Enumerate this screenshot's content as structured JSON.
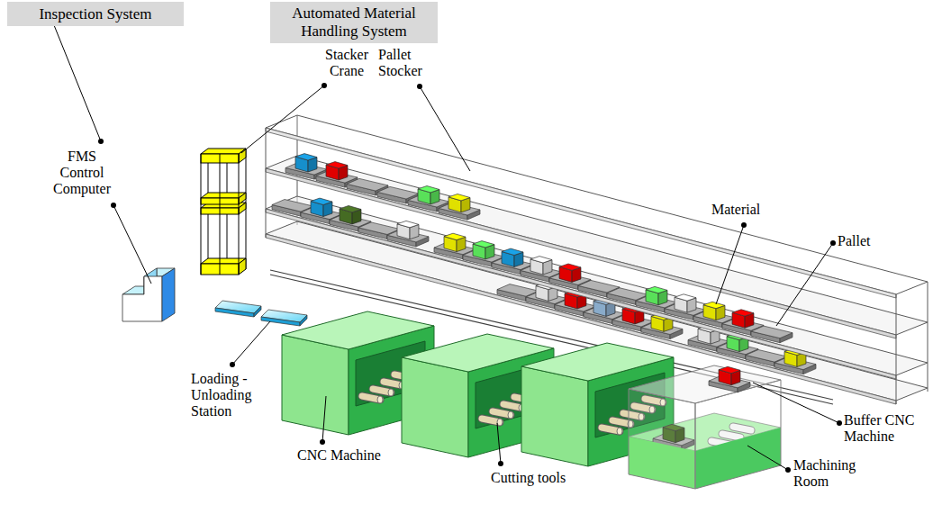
{
  "diagram": {
    "nodes": [
      {
        "text": [
          "Inspection System"
        ]
      },
      {
        "text": [
          "Automated Material Handling System"
        ]
      }
    ],
    "labels": [
      "Stacker Crane",
      "Pallet Stocker",
      "FMS Control Computer",
      "Material",
      "Pallet",
      "Loading - Unloading Station",
      "CNC Machine",
      "Cutting tools",
      "Buffer CNC Machine",
      "Machining Room"
    ]
  }
}
